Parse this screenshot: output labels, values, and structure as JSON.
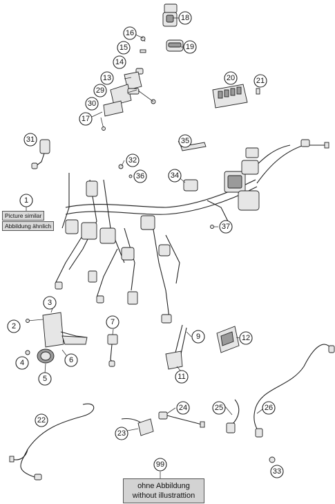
{
  "callouts": [
    "1",
    "2",
    "3",
    "4",
    "5",
    "6",
    "7",
    "9",
    "11",
    "12",
    "13",
    "14",
    "15",
    "16",
    "17",
    "18",
    "19",
    "20",
    "21",
    "22",
    "23",
    "24",
    "25",
    "26",
    "29",
    "30",
    "31",
    "32",
    "33",
    "34",
    "35",
    "36",
    "37",
    "99"
  ],
  "notes": {
    "picture_similar": "Picture similar",
    "abbildung_aehnlich": "Abbildung ähnlich",
    "ohne_abbildung": "ohne Abbildung",
    "without_illustration": "without illustrattion"
  }
}
